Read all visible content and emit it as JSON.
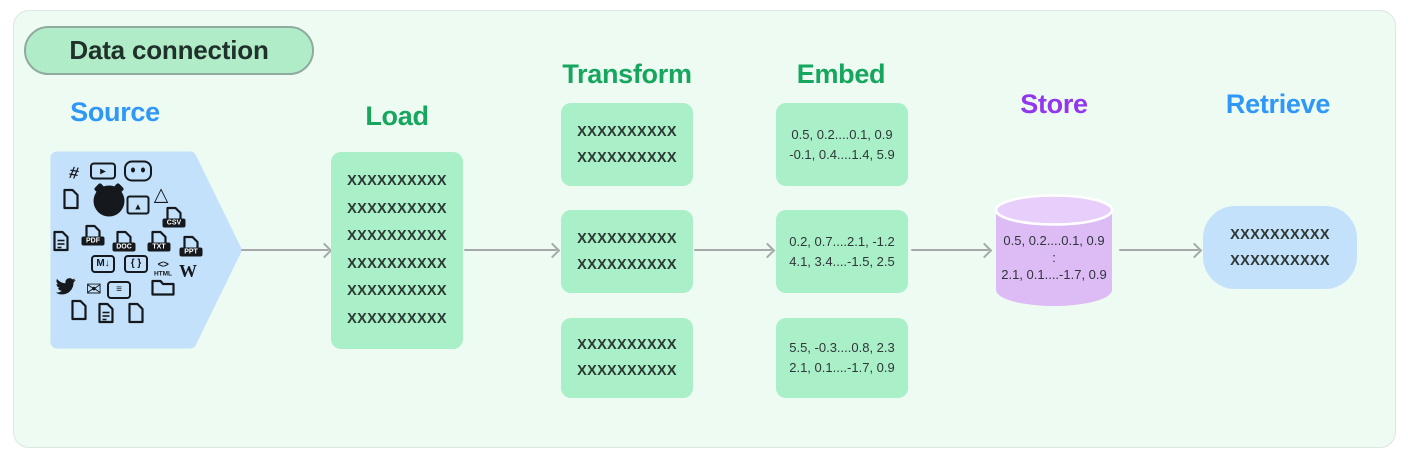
{
  "badge": {
    "label": "Data connection"
  },
  "colors": {
    "card_bg": "#edfbf3",
    "badge_bg": "#b1ecc9",
    "green_title": "#17a65d",
    "blue_title": "#2e97f7",
    "purple_title": "#9237ec",
    "mint_box": "#a9efc7",
    "blue_shape": "#c4e1fb",
    "purple_cylinder": "#ddbbf5",
    "purple_cylinder_top": "#e8cefa",
    "arrow": "#a6a8aa",
    "icon_ink": "#15191d"
  },
  "stages": {
    "source": {
      "title": "Source",
      "icons": [
        {
          "name": "slack-icon",
          "type": "glyph",
          "glyph": "#"
        },
        {
          "name": "youtube-icon",
          "type": "box",
          "glyph": "▶"
        },
        {
          "name": "discord-icon",
          "type": "discord"
        },
        {
          "name": "file-icon",
          "type": "file"
        },
        {
          "name": "github-icon",
          "type": "github"
        },
        {
          "name": "image-icon",
          "type": "image"
        },
        {
          "name": "google-drive-icon",
          "type": "glyph",
          "glyph": "△"
        },
        {
          "name": "csv-file-icon",
          "type": "filetag",
          "label": "CSV"
        },
        {
          "name": "text-document-icon",
          "type": "file-lines"
        },
        {
          "name": "pdf-file-icon",
          "type": "filetag",
          "label": "PDF"
        },
        {
          "name": "doc-file-icon",
          "type": "filetag",
          "label": "DOC"
        },
        {
          "name": "txt-file-icon",
          "type": "filetag",
          "label": "TXT"
        },
        {
          "name": "ppt-file-icon",
          "type": "filetag",
          "label": "PPT"
        },
        {
          "name": "markdown-icon",
          "type": "box",
          "glyph": "M↓"
        },
        {
          "name": "json-icon",
          "type": "box",
          "glyph": "{ }"
        },
        {
          "name": "html-icon",
          "type": "html",
          "glyph": "<>",
          "label": "HTML"
        },
        {
          "name": "wikipedia-icon",
          "type": "wiki",
          "glyph": "W"
        },
        {
          "name": "twitter-icon",
          "type": "twitter"
        },
        {
          "name": "email-icon",
          "type": "glyph",
          "glyph": "✉"
        },
        {
          "name": "notion-icon",
          "type": "box",
          "glyph": "≡"
        },
        {
          "name": "folder-icon",
          "type": "folder"
        },
        {
          "name": "file-icon",
          "type": "file"
        },
        {
          "name": "document-icon",
          "type": "file-lines"
        },
        {
          "name": "file-icon",
          "type": "file"
        }
      ]
    },
    "load": {
      "title": "Load",
      "lines": [
        "XXXXXXXXXX",
        "XXXXXXXXXX",
        "XXXXXXXXXX",
        "XXXXXXXXXX",
        "XXXXXXXXXX",
        "XXXXXXXXXX"
      ]
    },
    "transform": {
      "title": "Transform",
      "boxes": [
        [
          "XXXXXXXXXX",
          "XXXXXXXXXX"
        ],
        [
          "XXXXXXXXXX",
          "XXXXXXXXXX"
        ],
        [
          "XXXXXXXXXX",
          "XXXXXXXXXX"
        ]
      ]
    },
    "embed": {
      "title": "Embed",
      "boxes": [
        [
          "0.5, 0.2....0.1, 0.9",
          "-0.1, 0.4....1.4, 5.9"
        ],
        [
          "0.2, 0.7....2.1, -1.2",
          "4.1, 3.4....-1.5, 2.5"
        ],
        [
          "5.5, -0.3....0.8, 2.3",
          "2.1, 0.1....-1.7, 0.9"
        ]
      ]
    },
    "store": {
      "title": "Store",
      "lines": [
        "0.5, 0.2....0.1, 0.9",
        ":",
        "2.1, 0.1....-1.7, 0.9"
      ]
    },
    "retrieve": {
      "title": "Retrieve",
      "lines": [
        "XXXXXXXXXX",
        "XXXXXXXXXX"
      ]
    }
  }
}
